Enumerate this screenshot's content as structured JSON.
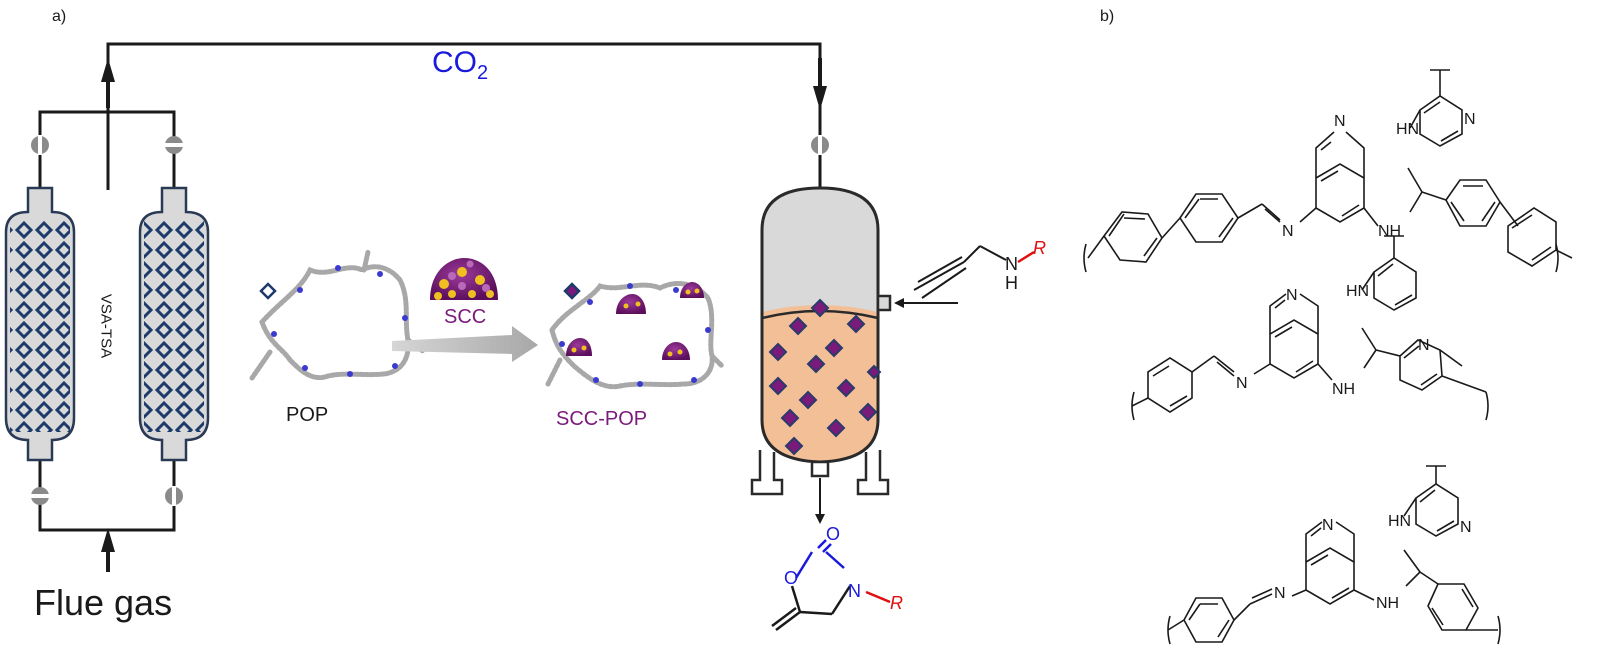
{
  "panels": {
    "a": {
      "label": "a)"
    },
    "b": {
      "label": "b)"
    }
  },
  "process": {
    "gas_label": "CO",
    "gas_subscript": "2",
    "adsorber_label": "VSA-TSA",
    "feed_label": "Flue gas",
    "pop_label": "POP",
    "scc_label": "SCC",
    "scc_pop_label": "SCC-POP",
    "reactant_r": "R",
    "reactant_nh": "N",
    "reactant_h": "H",
    "product_o_carbonyl": "O",
    "product_o_ring": "O",
    "product_n": "N",
    "product_r": "R"
  },
  "structures": {
    "atom_n": "N",
    "atom_hn": "HN",
    "atom_nh": "NH"
  },
  "colors": {
    "co2": "#1a1adb",
    "scc": "#7a1a7a",
    "r_group": "#e01010",
    "product_ring": "#1a1adb",
    "adsorber_fill": "#d9d9d9",
    "adsorber_stroke": "#2a3a55",
    "diamond": "#1c3b6b",
    "liquid": "#f3bf97",
    "arrow_gray": "#bdbdbd"
  }
}
